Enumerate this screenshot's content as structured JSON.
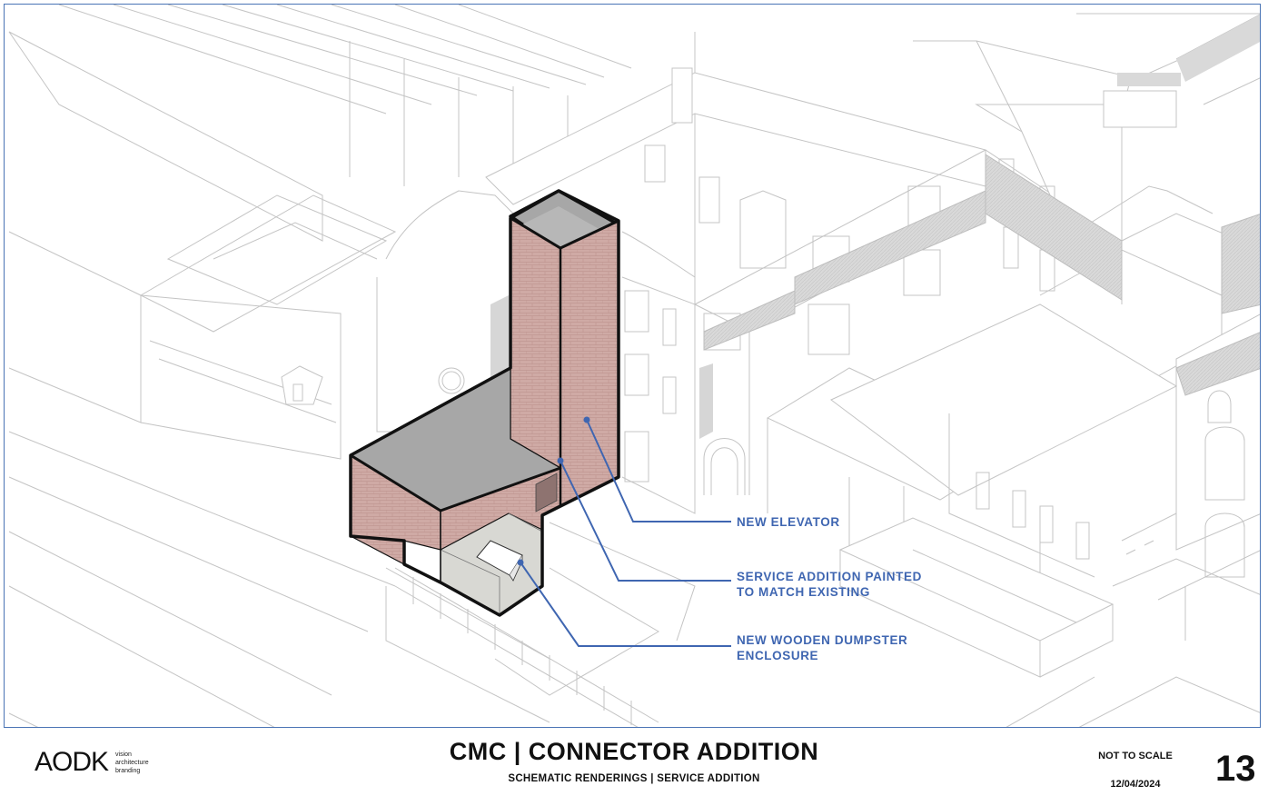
{
  "drawing": {
    "callouts": [
      {
        "id": "elevator",
        "label": "NEW ELEVATOR"
      },
      {
        "id": "painted",
        "label": "SERVICE ADDITION PAINTED\nTO MATCH EXISTING"
      },
      {
        "id": "dumpster",
        "label": "NEW WOODEN DUMPSTER\nENCLOSURE"
      }
    ],
    "colors": {
      "accent": "#3f66b1",
      "brick": "#cfaaa5",
      "roof": "#a7a7a7",
      "enclosure": "#d8d8d3",
      "context_line": "#bfbfbf"
    }
  },
  "titleblock": {
    "logo": "AODK",
    "tagline": "vision\narchitecture\nbranding",
    "title": "CMC | CONNECTOR ADDITION",
    "subtitle": "SCHEMATIC RENDERINGS | SERVICE ADDITION",
    "scale_note": "NOT TO SCALE",
    "date": "12/04/2024",
    "page_number": "13"
  }
}
